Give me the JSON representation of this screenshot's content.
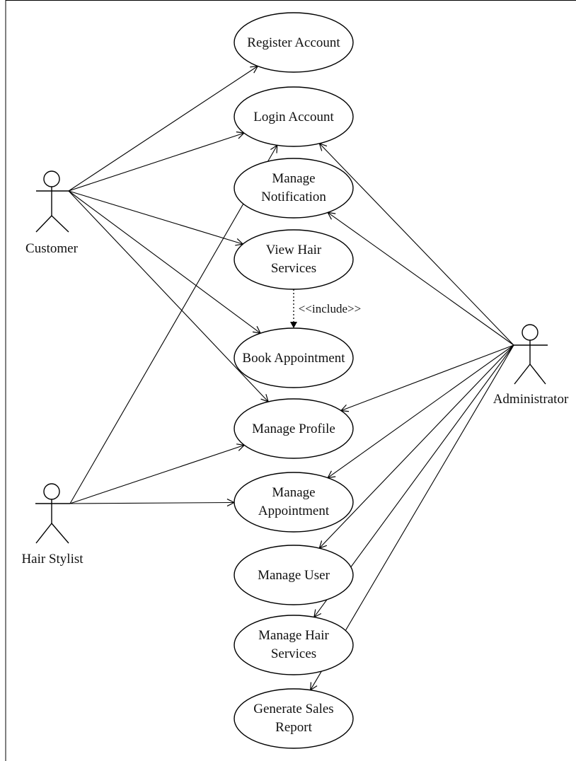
{
  "diagram": {
    "actors": [
      {
        "id": "customer",
        "label": "Customer"
      },
      {
        "id": "hair_stylist",
        "label": "Hair Stylist"
      },
      {
        "id": "administrator",
        "label": "Administrator"
      }
    ],
    "use_cases": [
      {
        "id": "register_account",
        "lines": [
          "Register Account"
        ]
      },
      {
        "id": "login_account",
        "lines": [
          "Login Account"
        ]
      },
      {
        "id": "manage_notification",
        "lines": [
          "Manage",
          "Notification"
        ]
      },
      {
        "id": "view_hair_services",
        "lines": [
          "View Hair",
          "Services"
        ]
      },
      {
        "id": "book_appointment",
        "lines": [
          "Book Appointment"
        ]
      },
      {
        "id": "manage_profile",
        "lines": [
          "Manage Profile"
        ]
      },
      {
        "id": "manage_appointment",
        "lines": [
          "Manage",
          "Appointment"
        ]
      },
      {
        "id": "manage_user",
        "lines": [
          "Manage User"
        ]
      },
      {
        "id": "manage_hair_services",
        "lines": [
          "Manage Hair",
          "Services"
        ]
      },
      {
        "id": "generate_sales_report",
        "lines": [
          "Generate Sales",
          "Report"
        ]
      }
    ],
    "associations": [
      {
        "from": "customer",
        "to": "register_account"
      },
      {
        "from": "customer",
        "to": "login_account"
      },
      {
        "from": "customer",
        "to": "view_hair_services"
      },
      {
        "from": "customer",
        "to": "book_appointment"
      },
      {
        "from": "customer",
        "to": "manage_profile"
      },
      {
        "from": "hair_stylist",
        "to": "login_account"
      },
      {
        "from": "hair_stylist",
        "to": "manage_profile"
      },
      {
        "from": "hair_stylist",
        "to": "manage_appointment"
      },
      {
        "from": "administrator",
        "to": "login_account"
      },
      {
        "from": "administrator",
        "to": "manage_notification"
      },
      {
        "from": "administrator",
        "to": "manage_profile"
      },
      {
        "from": "administrator",
        "to": "manage_appointment"
      },
      {
        "from": "administrator",
        "to": "manage_user"
      },
      {
        "from": "administrator",
        "to": "manage_hair_services"
      },
      {
        "from": "administrator",
        "to": "generate_sales_report"
      }
    ],
    "includes": [
      {
        "from": "view_hair_services",
        "to": "book_appointment",
        "label": "<<include>>"
      }
    ]
  }
}
